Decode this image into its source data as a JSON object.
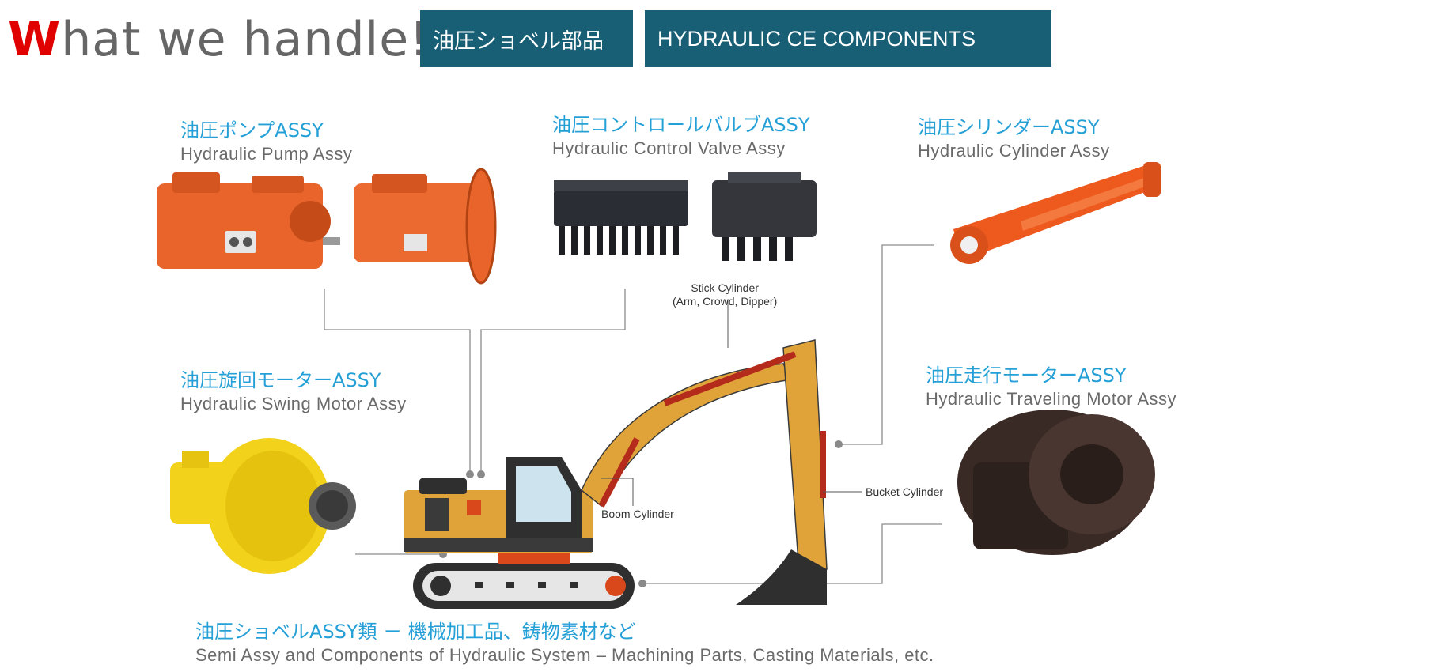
{
  "header": {
    "title_first": "W",
    "title_rest": "hat we handle!",
    "tag_jp": "油圧ショベル部品",
    "tag_en": "HYDRAULIC CE COMPONENTS"
  },
  "components": {
    "pump": {
      "jp": "油圧ポンプASSY",
      "en": "Hydraulic Pump Assy"
    },
    "valve": {
      "jp": "油圧コントロールバルブASSY",
      "en": "Hydraulic Control Valve Assy"
    },
    "cylinder": {
      "jp": "油圧シリンダーASSY",
      "en": "Hydraulic Cylinder Assy"
    },
    "swing": {
      "jp": "油圧旋回モーターASSY",
      "en": "Hydraulic Swing Motor Assy"
    },
    "travel": {
      "jp": "油圧走行モーターASSY",
      "en": "Hydraulic Traveling Motor Assy"
    },
    "semi": {
      "jp": "油圧ショベルASSY類 － 機械加工品、鋳物素材など",
      "en": "Semi Assy and Components of Hydraulic System – Machining Parts, Casting Materials, etc."
    }
  },
  "diagram_labels": {
    "stick_line1": "Stick Cylinder",
    "stick_line2": "(Arm, Crowd, Dipper)",
    "boom": "Boom Cylinder",
    "bucket": "Bucket Cylinder"
  },
  "colors": {
    "accent_blue": "#25a0d7",
    "tag_bg": "#185f76",
    "title_red": "#e10000",
    "excavator_yellow": "#e0a33a",
    "pump_orange": "#e8642a",
    "swing_yellow": "#f2d21a"
  }
}
